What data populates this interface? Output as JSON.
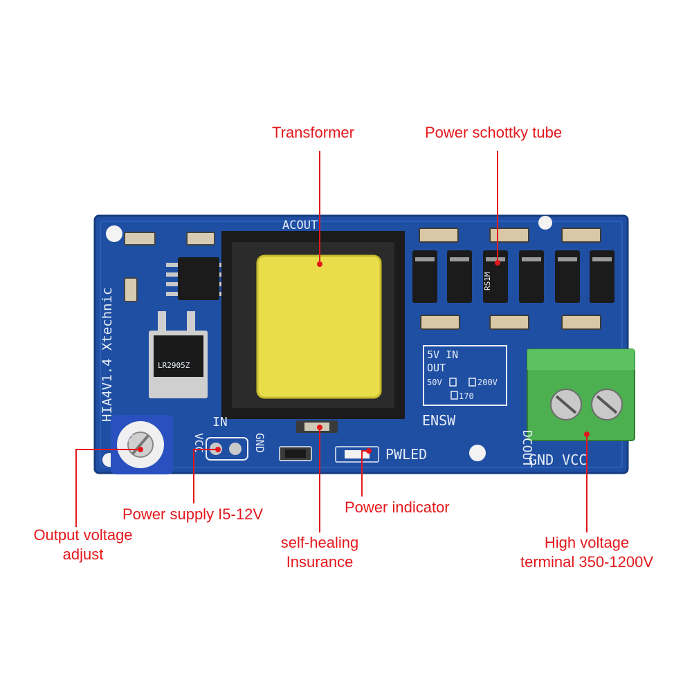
{
  "callouts": {
    "transformer": "Transformer",
    "schottky": "Power schottky tube",
    "output_voltage_line1": "Output voltage",
    "output_voltage_line2": "adjust",
    "power_supply": "Power supply I5-12V",
    "self_healing_line1": "self-healing",
    "self_healing_line2": "Insurance",
    "power_indicator": "Power indicator",
    "high_voltage_line1": "High voltage",
    "high_voltage_line2": "terminal 350-1200V"
  },
  "board_silkscreen": {
    "model": "HIA4V1.4 Xtechnic",
    "acout": "ACOUT",
    "in": "IN",
    "vcc": "VCC",
    "gnd": "GND",
    "ensw": "ENSW",
    "pwled": "PWLED",
    "dcout": "DCOUT",
    "terminal_labels": "GND VCC",
    "config_line1": "5V IN",
    "config_line2": "OUT",
    "opt_50v": "50V",
    "opt_200v": "200V",
    "opt_170": "170",
    "diode_marking": "RS1M",
    "regulator_marking": "LR2905Z",
    "pot_marking": "104"
  },
  "colors": {
    "callout": "#e3171b",
    "pcb": "#1f4fa3",
    "terminal": "#4caf50",
    "transformer_core": "#e9de4a"
  }
}
